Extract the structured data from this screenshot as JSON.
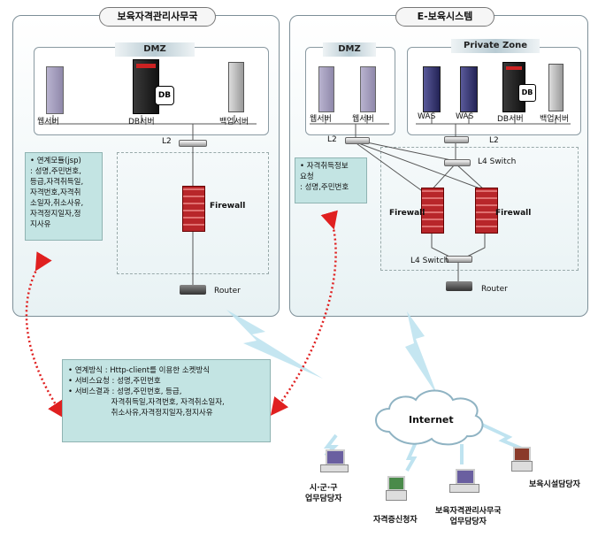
{
  "left_panel": {
    "title": "보육자격관리사무국",
    "dmz_label": "DMZ",
    "servers": [
      "웹서버",
      "DB서버",
      "백업서버"
    ],
    "db_badge": "DB",
    "l2": "L2",
    "firewall": "Firewall",
    "router": "Router"
  },
  "left_note": {
    "lines": [
      "• 연계모듈(jsp)",
      " : 성명,주민번호,",
      "등급,자격취득일,",
      "자격번호,자격취",
      "소일자,취소사유,",
      "자격정지일자,정",
      "지사유"
    ]
  },
  "right_panel": {
    "title": "E-보육시스템",
    "dmz_label": "DMZ",
    "private_label": "Private Zone",
    "dmz_servers": [
      "웹서버",
      "웹서버"
    ],
    "private_servers": [
      "WAS",
      "WAS",
      "DB서버",
      "백업서버"
    ],
    "db_badge": "DB",
    "l2_left": "L2",
    "l2_right": "L2",
    "l4_top": "L4 Switch",
    "l4_bottom": "L4 Switch",
    "firewall_left": "Firewall",
    "firewall_right": "Firewall",
    "router": "Router"
  },
  "right_note": {
    "lines": [
      "• 자격취득정보",
      "  요청",
      " : 성명,주민번호"
    ]
  },
  "center_note": {
    "lines": [
      "• 연계방식 : Http-client를 이용한 소켓방식",
      "• 서비스요청 : 성명,주민번호",
      "• 서비스결과 : 성명,주민번호, 등급,",
      "                  자격취득일,자격번호, 자격취소일자,",
      "                  취소사유,자격정지일자,정지사유"
    ]
  },
  "internet": "Internet",
  "users": [
    "시·군·구\n업무담당자",
    "자격증신청자",
    "보육자격관리사무국\n업무담당자",
    "보육시설담당자"
  ],
  "colors": {
    "note_bg": "#c3e4e3",
    "arrow": "#e02020",
    "bolt": "#bfe3f0",
    "firewall": "#b8262a"
  }
}
